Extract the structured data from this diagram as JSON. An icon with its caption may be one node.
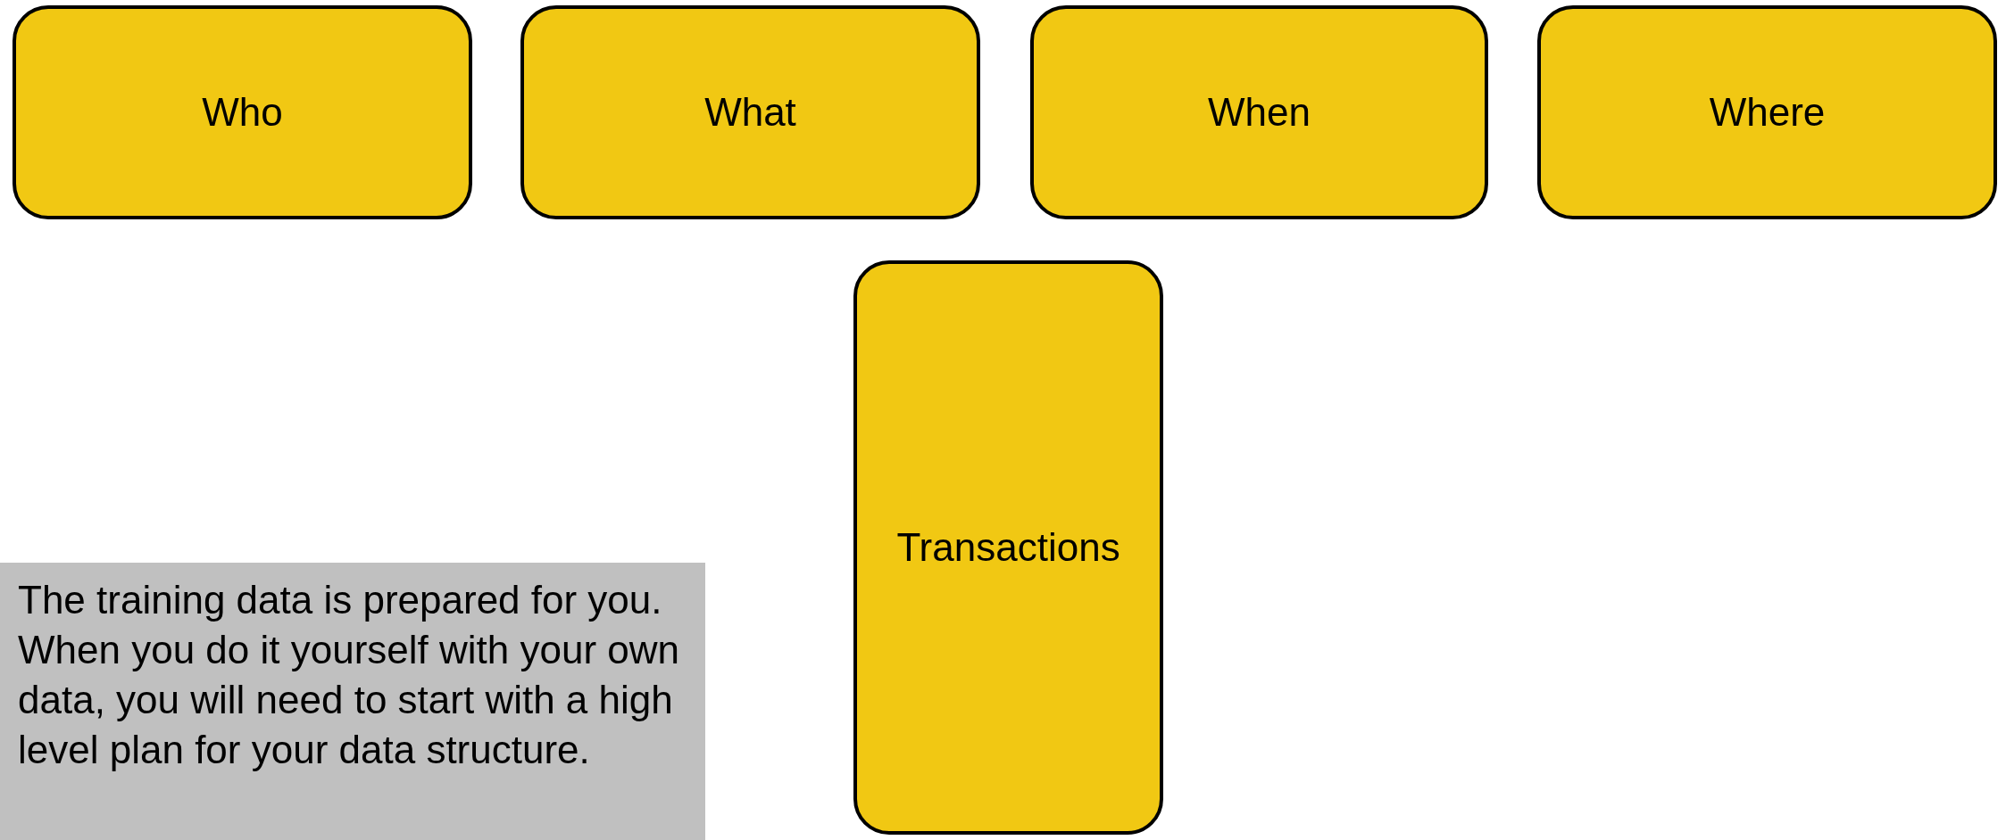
{
  "diagram": {
    "nodes": [
      {
        "text": [
          "Who"
        ]
      },
      {
        "text": [
          "What"
        ]
      },
      {
        "text": [
          "When"
        ]
      },
      {
        "text": [
          "Where"
        ]
      },
      {
        "text": [
          "Transactions"
        ]
      },
      {
        "text": [
          "The training data is prepared for you. When you do it yourself with your own data, you will need to start with a high level plan for your data structure."
        ]
      }
    ]
  }
}
